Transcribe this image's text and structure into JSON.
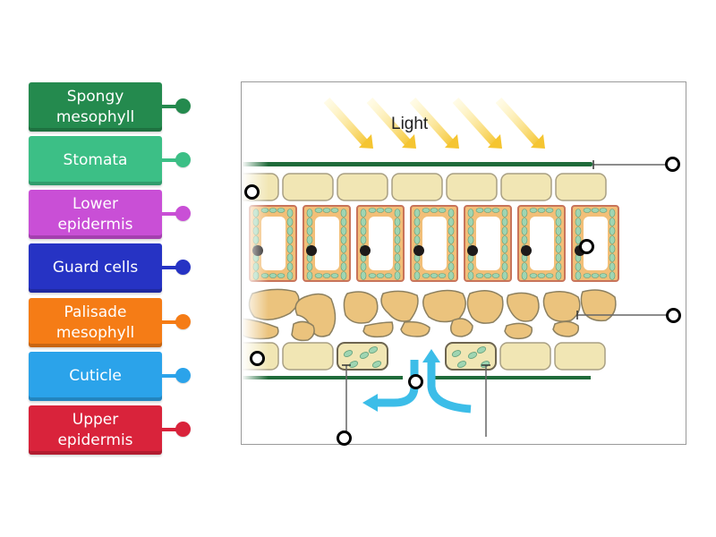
{
  "labels": [
    {
      "text": "Spongy\nmesophyll",
      "color": "#248a4e"
    },
    {
      "text": "Stomata",
      "color": "#3cbf86"
    },
    {
      "text": "Lower\nepidermis",
      "color": "#c94fd6"
    },
    {
      "text": "Guard cells",
      "color": "#2633c4"
    },
    {
      "text": "Palisade\nmesophyll",
      "color": "#f57c16"
    },
    {
      "text": "Cuticle",
      "color": "#2ba3ea"
    },
    {
      "text": "Upper\nepidermis",
      "color": "#d9233b"
    }
  ],
  "diagram": {
    "light_label": "Light",
    "colors": {
      "cuticle": "#1f6b3a",
      "epidermis_fill": "#f1e6b4",
      "palisade_fill": "#f2bf78",
      "palisade_border": "#c8745a",
      "chloroplast": "#9fd5b2",
      "spongy_fill": "#ebc37d",
      "light_ray": "#f5c531",
      "airflow": "#3cbde8"
    }
  },
  "drop_targets": [
    {
      "id": "target-cuticle-line"
    },
    {
      "id": "target-upper-epidermis"
    },
    {
      "id": "target-palisade"
    },
    {
      "id": "target-spongy"
    },
    {
      "id": "target-lower-epidermis"
    },
    {
      "id": "target-stomata"
    },
    {
      "id": "target-guard-cells"
    }
  ]
}
